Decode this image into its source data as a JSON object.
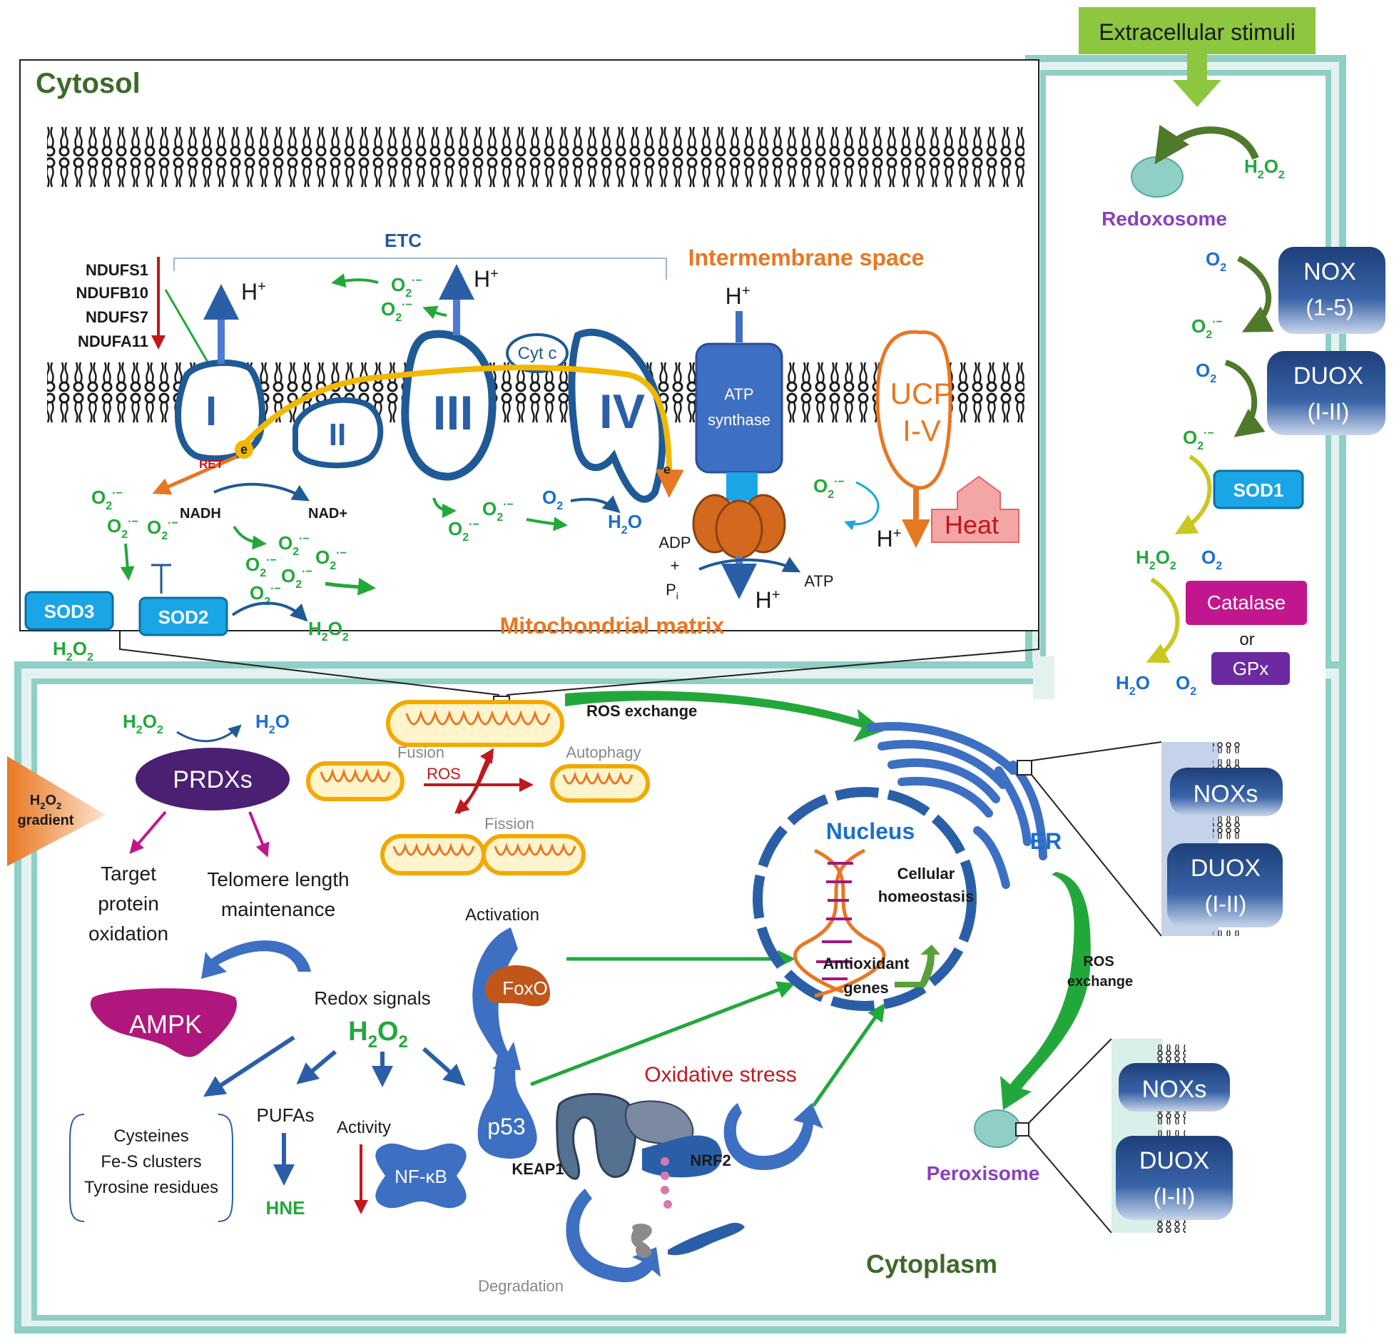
{
  "colors": {
    "frame_teal": "#8fcfc6",
    "frame_light": "#e3f2ef",
    "membrane_dark": "#1a1a1a",
    "complex_blue": "#1f5a96",
    "atp_blue": "#3d6fc3",
    "orange": "#e87722",
    "green_text": "#1a9a3a",
    "ros_green": "#22a83a",
    "red": "#c0181e",
    "sod_blue": "#1aa6e6",
    "catalase": "#c2168e",
    "gpx": "#6b2aa0",
    "prdx": "#4b1f72",
    "ampk": "#b0177c",
    "purple_text": "#8a3fbf",
    "mito_yellow": "#f2a900",
    "stimuli_green": "#8dc63f",
    "dark_green_title": "#3c6a2a"
  },
  "header": {
    "extracellular_stimuli": "Extracellular stimuli"
  },
  "inset": {
    "cytosol": "Cytosol",
    "intermembrane_space": "Intermembrane space",
    "mitochondrial_matrix": "Mitochondrial matrix",
    "etc": "ETC",
    "genes": [
      "NDUFS1",
      "NDUFB10",
      "NDUFS7",
      "NDUFA11"
    ],
    "complex_1": "I",
    "complex_2": "II",
    "complex_3": "III",
    "complex_4": "IV",
    "cyt_c": "Cyt c",
    "atp_synthase_1": "ATP",
    "atp_synthase_2": "synthase",
    "ucp_1": "UCP",
    "ucp_2": "I-V",
    "heat": "Heat",
    "h_plus": "H",
    "plus_sup": "+",
    "superoxide": "O",
    "o_sub": "2",
    "o_sup": "·−",
    "e_minus": "e",
    "ret": "RET",
    "nadh": "NADH",
    "nad_plus": "NAD+",
    "o2": "O",
    "h2o": "H",
    "adp": "ADP",
    "plus": "+",
    "pi": "P",
    "pi_sub": "i",
    "atp": "ATP",
    "sod2": "SOD2",
    "sod3": "SOD3",
    "h2o2_h": "H",
    "h2o2_o": "O",
    "two": "2"
  },
  "right_panel": {
    "redoxosome": "Redoxosome",
    "nox": "NOX",
    "nox_range": "(1-5)",
    "duox": "DUOX",
    "duox_range": "(I-II)",
    "sod1": "SOD1",
    "catalase": "Catalase",
    "or": "or",
    "gpx": "GPx"
  },
  "cytoplasm": {
    "title": "Cytoplasm",
    "ros_exchange_top": "ROS exchange",
    "ros_exchange_right_1": "ROS",
    "ros_exchange_right_2": "exchange",
    "fusion": "Fusion",
    "fission": "Fission",
    "autophagy": "Autophagy",
    "ros": "ROS",
    "prdxs": "PRDXs",
    "h2o2_gradient_1": "H",
    "h2o2_gradient_2": "gradient",
    "target_protein": [
      "Target",
      "protein",
      "oxidation"
    ],
    "telomere": [
      "Telomere length",
      "maintenance"
    ],
    "ampk": "AMPK",
    "redox_signals": "Redox signals",
    "cysteines": [
      "Cysteines",
      "Fe-S clusters",
      "Tyrosine residues"
    ],
    "pufas": "PUFAs",
    "hne": "HNE",
    "activity": "Activity",
    "nfkb": "NF-κB",
    "activation": "Activation",
    "foxo": "FoxO",
    "p53": "p53",
    "keap1": "KEAP1",
    "nrf2": "NRF2",
    "degradation": "Degradation",
    "oxidative_stress": "Oxidative stress",
    "nucleus": "Nucleus",
    "cellular_homeostasis": [
      "Cellular",
      "homeostasis"
    ],
    "antioxidant_genes": [
      "Antioxidant",
      "genes"
    ],
    "er": "ER",
    "noxs": "NOXs",
    "duox": "DUOX",
    "duox_range": "(I-II)",
    "peroxisome": "Peroxisome"
  }
}
